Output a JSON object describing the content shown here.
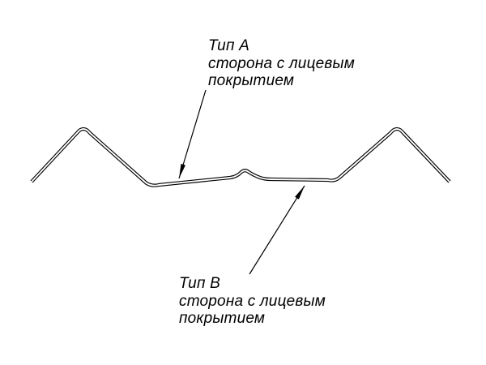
{
  "page": {
    "background": "#ffffff"
  },
  "diagram": {
    "line_color": "#000000",
    "labels": {
      "top": {
        "title": "Тип А",
        "line1": "сторона с лицевым",
        "line2": "покрытием"
      },
      "bottom": {
        "title": "Тип В",
        "line1": "сторона с лицевым",
        "line2": "покрытием"
      }
    }
  }
}
